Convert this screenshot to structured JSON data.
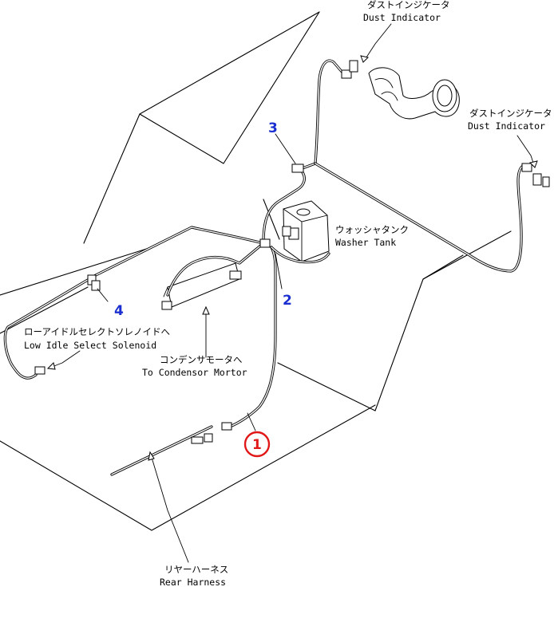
{
  "labels": {
    "dust_indicator_top": {
      "jp": "ダストインジケータ",
      "en": "Dust Indicator"
    },
    "dust_indicator_right": {
      "jp": "ダストインジケータ",
      "en": "Dust Indicator"
    },
    "washer_tank": {
      "jp": "ウォッシャタンク",
      "en": "Washer Tank"
    },
    "low_idle": {
      "jp": "ローアイドルセレクトソレノイドへ",
      "en": "Low Idle Select Solenoid"
    },
    "condensor": {
      "jp": "コンデンサモータへ",
      "en": "To Condensor Mortor"
    },
    "rear_harness": {
      "jp": "リヤーハーネス",
      "en": "Rear Harness"
    }
  },
  "callouts": [
    "1",
    "2",
    "3",
    "4"
  ],
  "colors": {
    "callout_blue": "#1c2fd0",
    "callout_red": "#e01818",
    "line": "#000000"
  }
}
